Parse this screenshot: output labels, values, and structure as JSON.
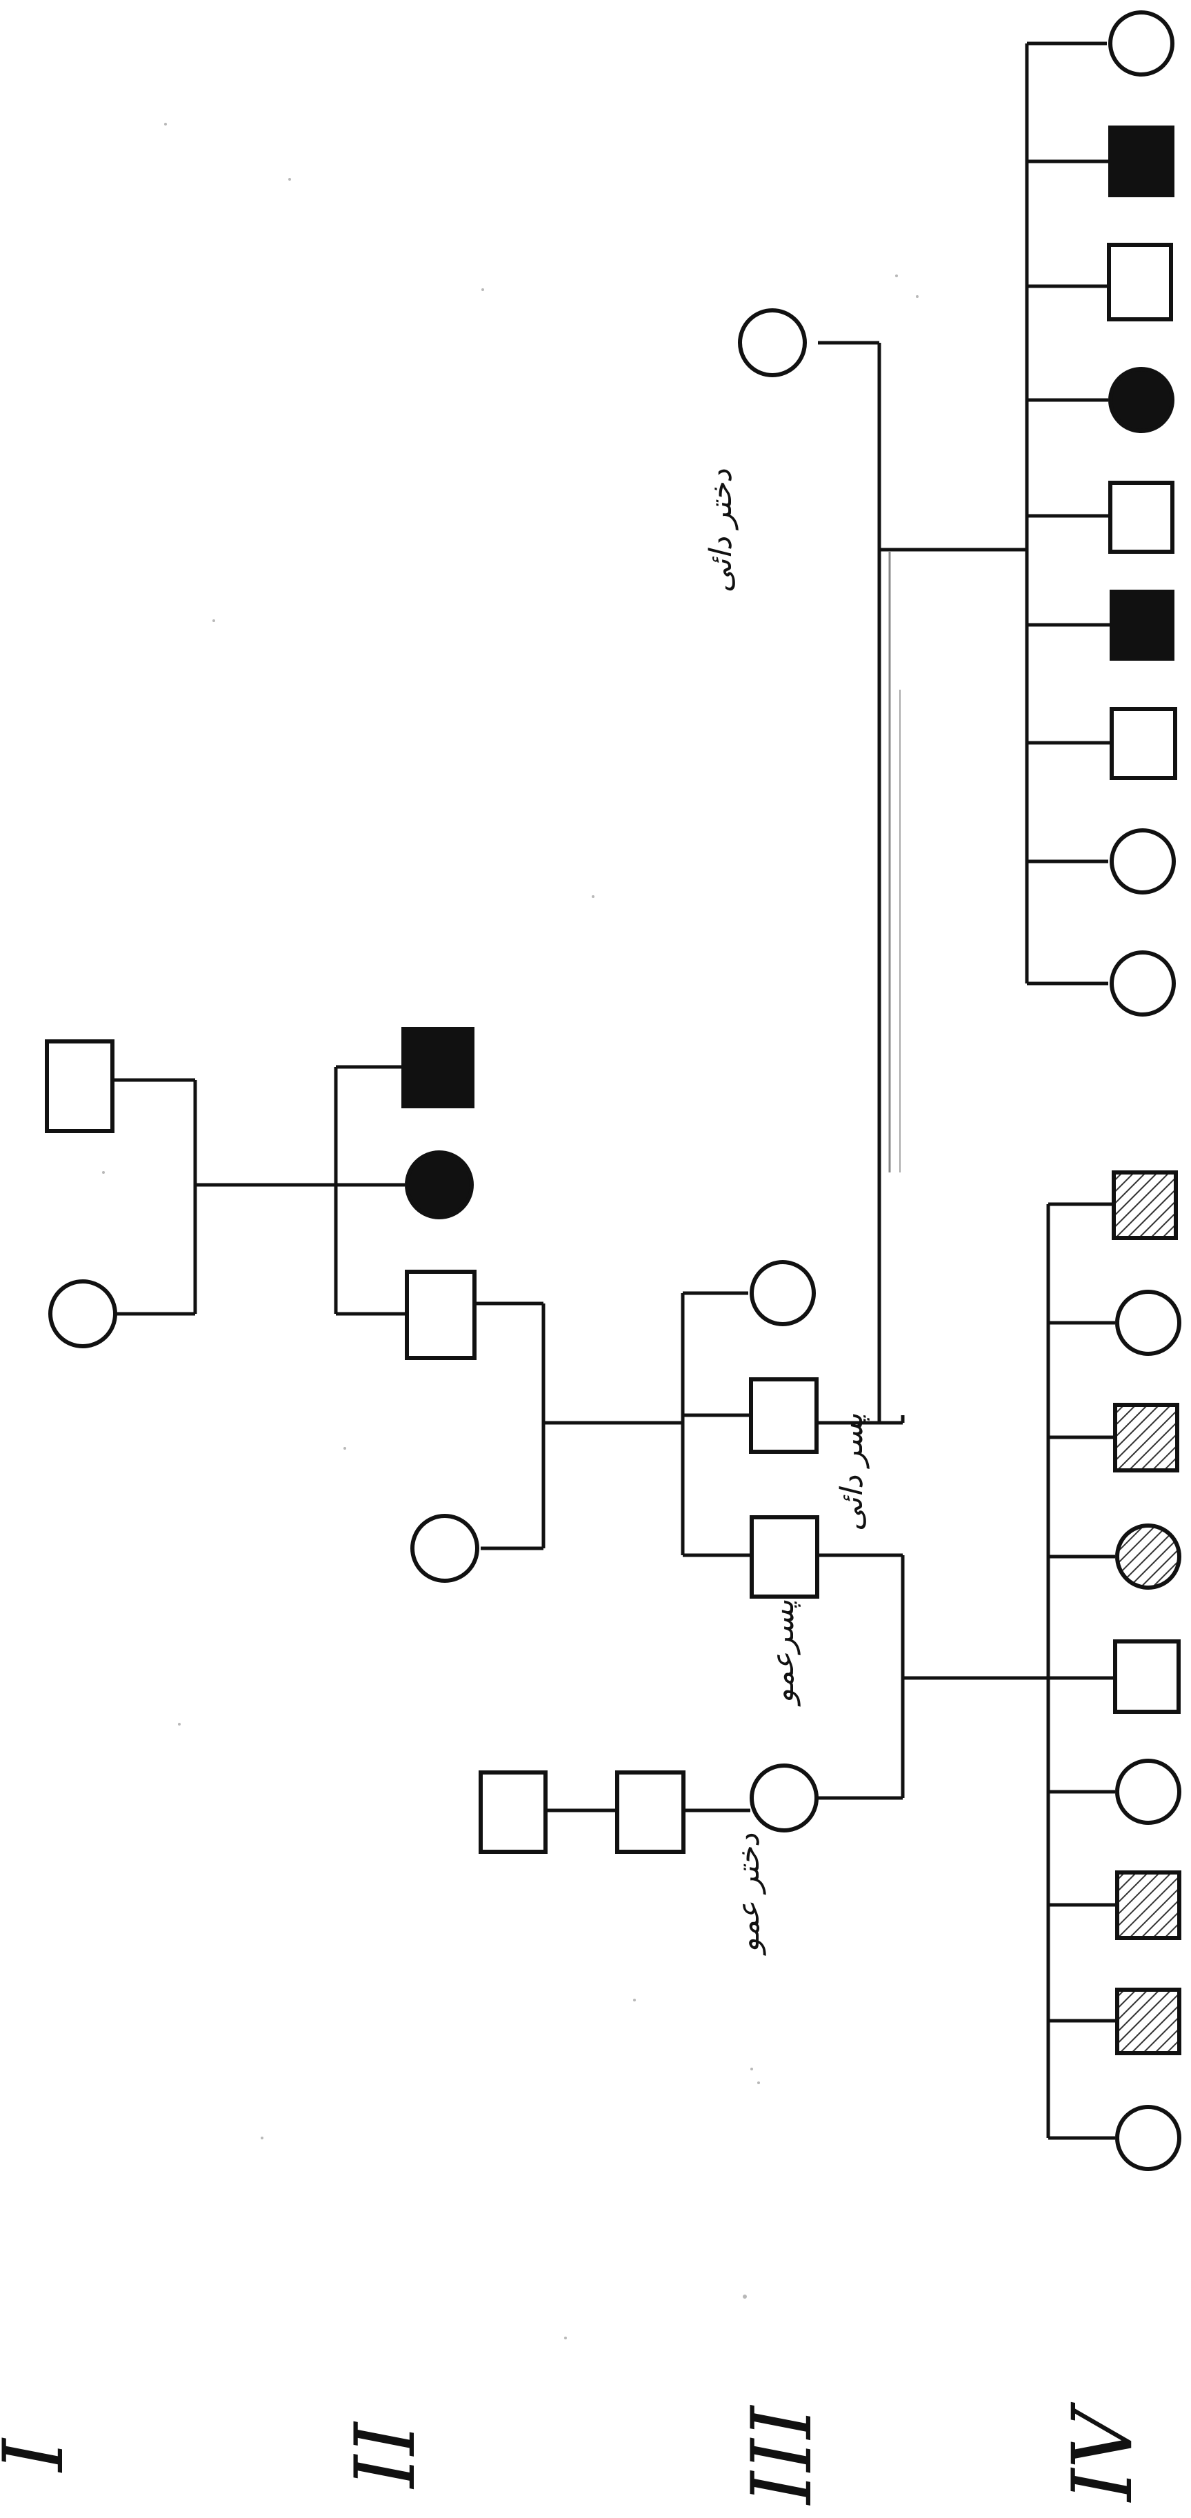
{
  "generations": [
    "I",
    "II",
    "III",
    "IV"
  ],
  "annotations": {
    "daughter_of_uncle": "دختر عمو",
    "son_of_uncle": "پسرعمو",
    "son_of_maternal_uncle": "پسر دائی",
    "daughter_of_maternal_uncle": "دختر دائی"
  },
  "legend_fills": {
    "unaffected": "#ffffff",
    "affected": "#111111",
    "partially_affected_hatched": "hatch"
  },
  "individuals": [
    {
      "id": "I-1",
      "sex": "male",
      "status": "unaffected"
    },
    {
      "id": "I-2",
      "sex": "female",
      "status": "unaffected"
    },
    {
      "id": "II-1",
      "sex": "male",
      "status": "affected"
    },
    {
      "id": "II-2",
      "sex": "female",
      "status": "affected"
    },
    {
      "id": "II-3",
      "sex": "male",
      "status": "unaffected"
    },
    {
      "id": "II-4",
      "sex": "female",
      "status": "unaffected"
    },
    {
      "id": "III-1",
      "sex": "female",
      "status": "unaffected"
    },
    {
      "id": "III-2",
      "sex": "male",
      "status": "unaffected"
    },
    {
      "id": "III-3",
      "sex": "male",
      "status": "unaffected"
    },
    {
      "id": "III-4",
      "sex": "female",
      "status": "unaffected"
    },
    {
      "id": "III-5",
      "sex": "female",
      "status": "unaffected"
    },
    {
      "id": "III-6",
      "sex": "male",
      "status": "unaffected"
    },
    {
      "id": "III-7",
      "sex": "male",
      "status": "unaffected"
    },
    {
      "id": "IV-1",
      "sex": "female",
      "status": "unaffected"
    },
    {
      "id": "IV-2",
      "sex": "male",
      "status": "affected"
    },
    {
      "id": "IV-3",
      "sex": "male",
      "status": "unaffected"
    },
    {
      "id": "IV-4",
      "sex": "female",
      "status": "affected"
    },
    {
      "id": "IV-5",
      "sex": "male",
      "status": "unaffected"
    },
    {
      "id": "IV-6",
      "sex": "male",
      "status": "affected"
    },
    {
      "id": "IV-7",
      "sex": "male",
      "status": "unaffected"
    },
    {
      "id": "IV-8",
      "sex": "female",
      "status": "unaffected"
    },
    {
      "id": "IV-9",
      "sex": "female",
      "status": "unaffected"
    },
    {
      "id": "IV-10",
      "sex": "male",
      "status": "hatched"
    },
    {
      "id": "IV-11",
      "sex": "female",
      "status": "unaffected"
    },
    {
      "id": "IV-12",
      "sex": "male",
      "status": "hatched"
    },
    {
      "id": "IV-13",
      "sex": "female",
      "status": "hatched"
    },
    {
      "id": "IV-14",
      "sex": "male",
      "status": "unaffected"
    },
    {
      "id": "IV-15",
      "sex": "female",
      "status": "unaffected"
    },
    {
      "id": "IV-16",
      "sex": "male",
      "status": "hatched"
    },
    {
      "id": "IV-17",
      "sex": "male",
      "status": "hatched"
    },
    {
      "id": "IV-18",
      "sex": "female",
      "status": "unaffected"
    }
  ]
}
